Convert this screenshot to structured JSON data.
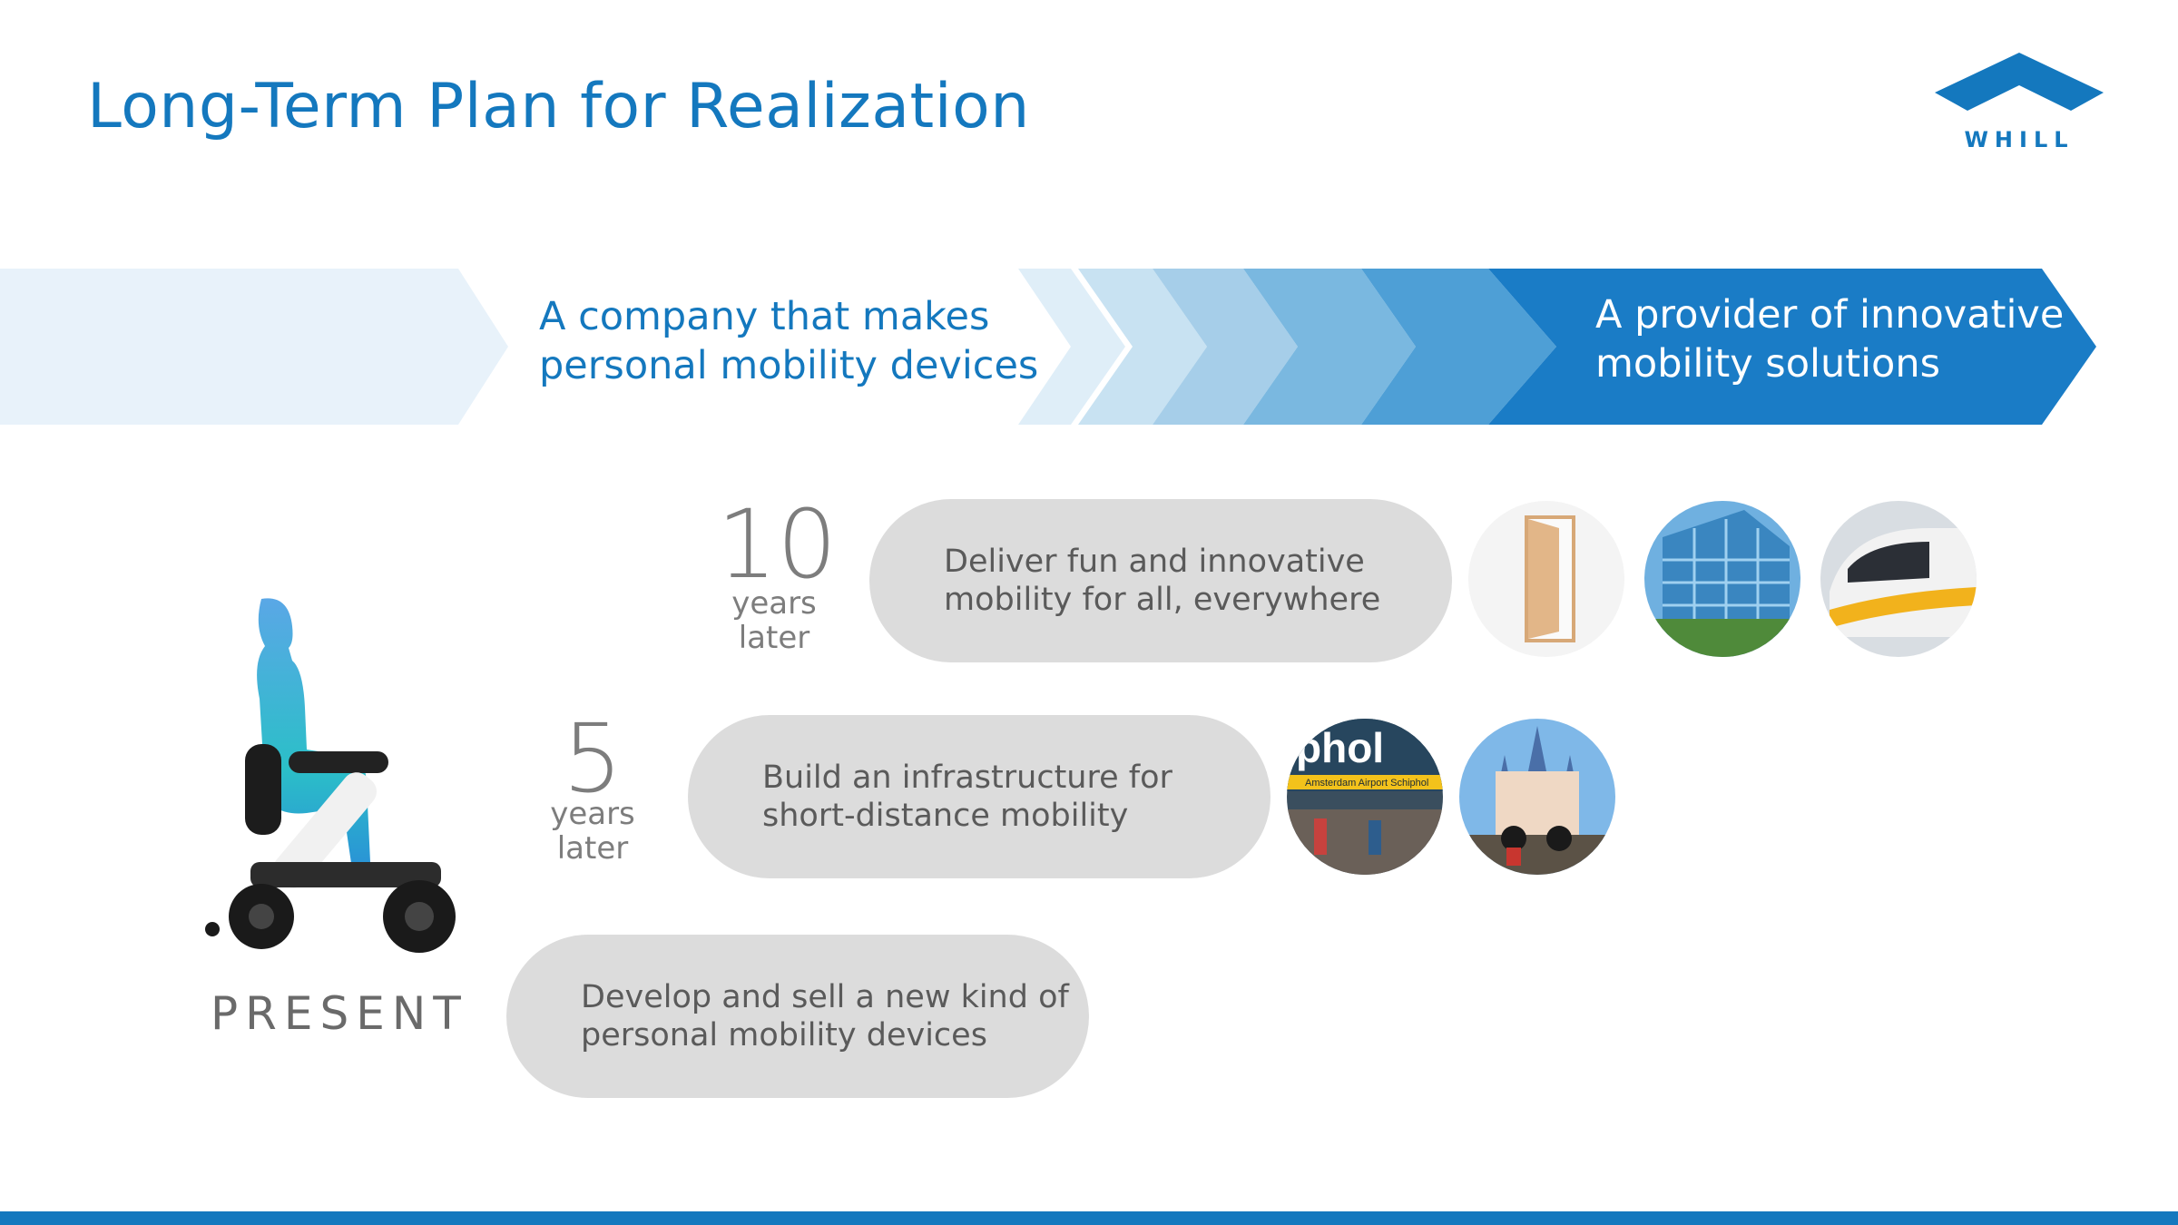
{
  "title": "Long-Term Plan for Realization",
  "logo": {
    "text": "WHILL"
  },
  "band": {
    "left_label": "A company that makes\npersonal mobility devices",
    "right_label": "A provider of innovative\nmobility solutions"
  },
  "steps": [
    {
      "years_number": "10",
      "years_sub": "years\nlater",
      "text": "Deliver fun and innovative\nmobility for all, everywhere",
      "images": [
        "door-image",
        "office-building-image",
        "train-image"
      ]
    },
    {
      "years_number": "5",
      "years_sub": "years\nlater",
      "text": "Build an infrastructure for\nshort-distance mobility",
      "images": [
        "airport-schiphol-image",
        "theme-park-castle-image"
      ]
    },
    {
      "text": "Develop and sell a new kind of\npersonal mobility devices"
    }
  ],
  "airport_sign": {
    "big": "phol",
    "small": "Amsterdam Airport Schiphol"
  },
  "present_label": "PRESENT",
  "colors": {
    "brand_blue": "#1478be",
    "pill_gray": "#dcdcdc",
    "text_gray": "#5a5a5a"
  }
}
